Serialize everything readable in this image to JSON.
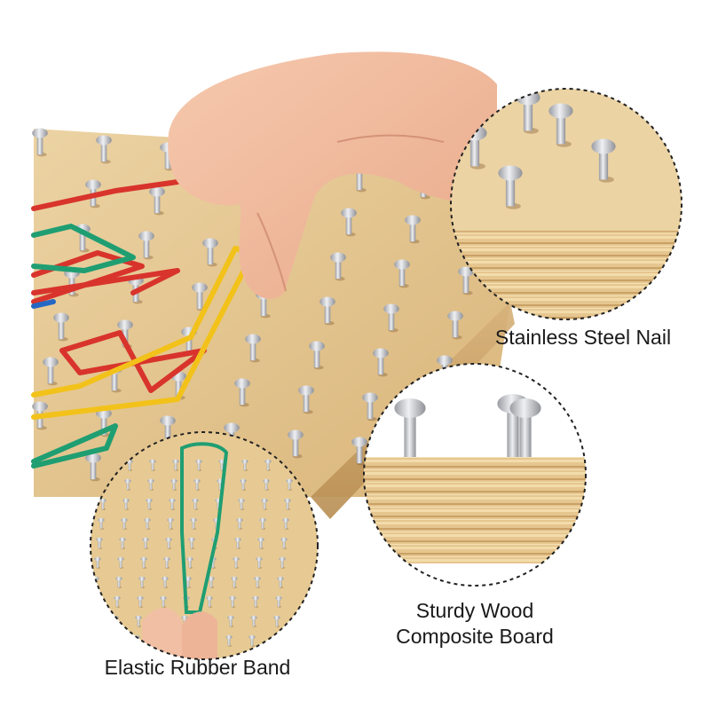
{
  "captions": {
    "nail": "Stainless Steel Nail",
    "board_line1": "Sturdy Wood",
    "board_line2": "Composite Board",
    "band": "Elastic Rubber Band"
  },
  "colors": {
    "background": "#ffffff",
    "wood": "#e3c48e",
    "wood_dark": "#c9a166",
    "nail": "#c8c9cd",
    "skin": "#f0b89a",
    "band_red": "#d8342c",
    "band_yellow": "#f2c21a",
    "band_green": "#1f9e72",
    "band_blue": "#2467c4",
    "circle_border": "#222222"
  },
  "icons": [
    "geoboard-photo",
    "nail-closeup",
    "board-edge-closeup",
    "rubber-band-closeup"
  ]
}
